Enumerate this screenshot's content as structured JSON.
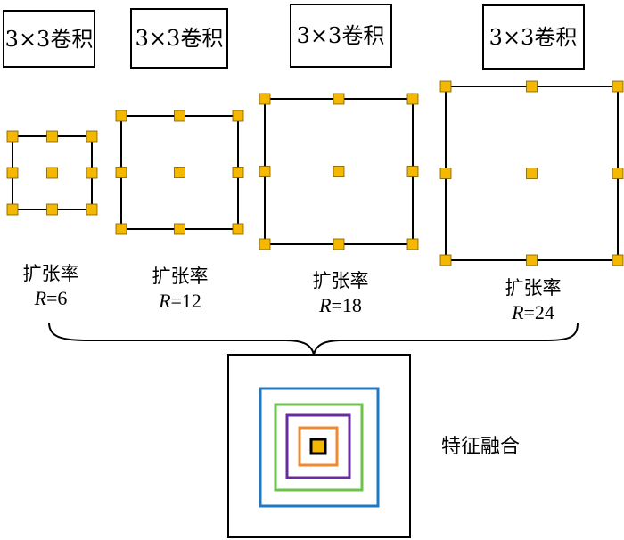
{
  "diagram": {
    "conv_label": "3×3卷积",
    "rate_label": "扩张率",
    "r_symbol": "R",
    "fusion_label": "特征融合",
    "kernels": [
      {
        "rate_value": "=6"
      },
      {
        "rate_value": "=12"
      },
      {
        "rate_value": "=18"
      },
      {
        "rate_value": "=24"
      }
    ],
    "colors": {
      "dot": "#f5b800",
      "outline": "#000000",
      "ring_blue": "#1f78c1",
      "ring_green": "#6dc24b",
      "ring_purple": "#6a2c9c",
      "ring_orange": "#f08a30",
      "core": "#f5b800"
    }
  }
}
